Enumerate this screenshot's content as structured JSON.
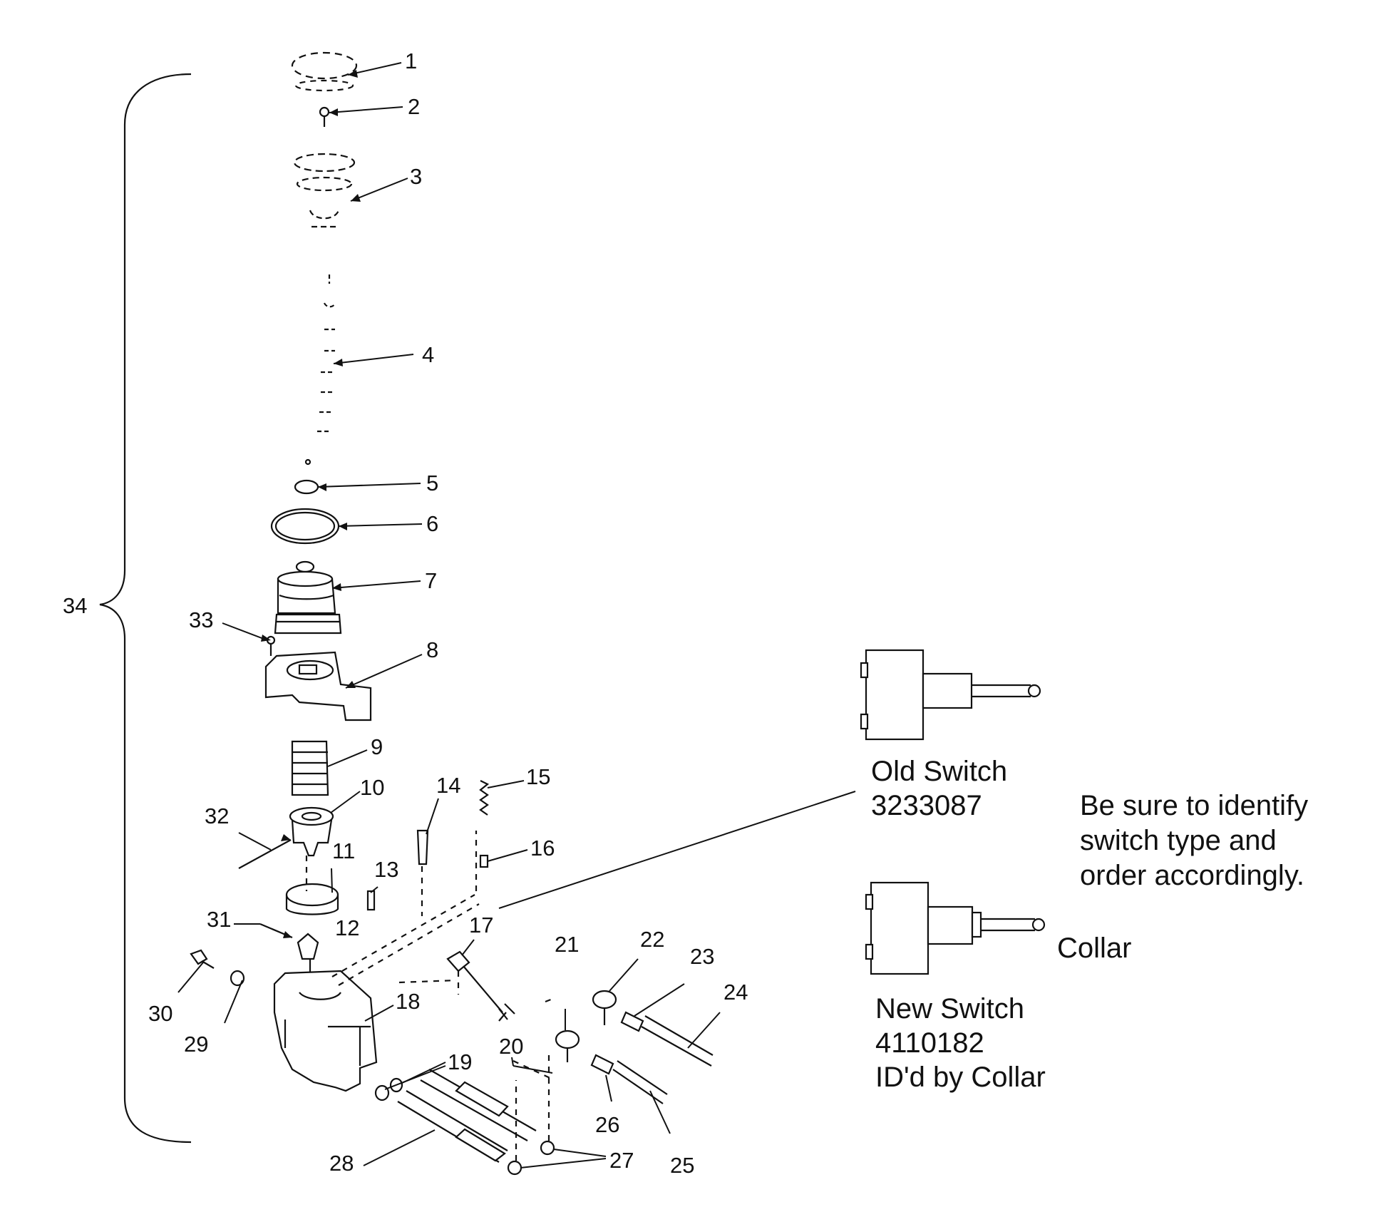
{
  "callouts": [
    "1",
    "2",
    "3",
    "4",
    "5",
    "6",
    "7",
    "8",
    "9",
    "10",
    "11",
    "12",
    "13",
    "14",
    "15",
    "16",
    "17",
    "18",
    "19",
    "20",
    "21",
    "22",
    "23",
    "24",
    "25",
    "26",
    "27",
    "28",
    "29",
    "30",
    "31",
    "32",
    "33",
    "34"
  ],
  "old_switch": {
    "title": "Old Switch",
    "part_number": "3233087"
  },
  "new_switch": {
    "title": "New Switch",
    "part_number": "4110182",
    "id_note": "ID'd by Collar",
    "collar_label": "Collar"
  },
  "instruction": {
    "line1": "Be sure to identify",
    "line2": "switch type and",
    "line3": "order accordingly."
  }
}
